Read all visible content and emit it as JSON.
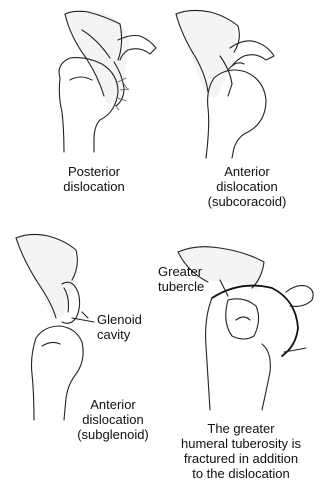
{
  "panels": [
    {
      "id": "posterior",
      "caption": [
        "Posterior",
        "dislocation"
      ]
    },
    {
      "id": "anterior-subcoracoid",
      "caption": [
        "Anterior",
        "dislocation",
        "(subcoracoid)"
      ]
    },
    {
      "id": "anterior-subglenoid",
      "caption": [
        "Anterior",
        "dislocation",
        "(subglenoid)"
      ]
    },
    {
      "id": "greater-tuberosity-fracture",
      "caption": [
        "The greater",
        "humeral tuberosity is",
        "fractured in addition",
        "to the dislocation"
      ]
    }
  ],
  "annotations": {
    "glenoid_cavity": [
      "Glenoid",
      "cavity"
    ],
    "greater_tubercle": [
      "Greater",
      "tubercle"
    ]
  }
}
